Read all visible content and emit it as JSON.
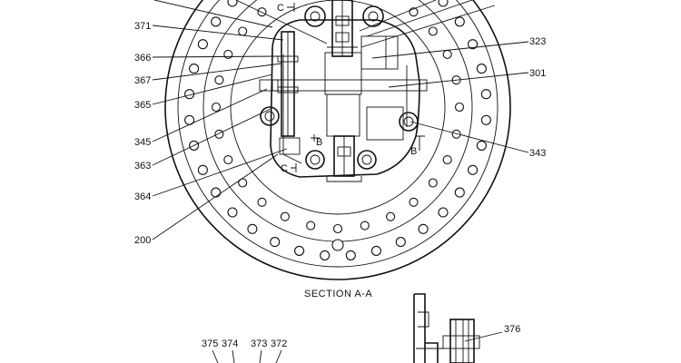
{
  "diagram": {
    "section_title": "SECTION  A-A",
    "cut_marks": {
      "c_top": "C",
      "c_bottom": "C",
      "b_left": "B",
      "b_right": "B"
    },
    "labels": {
      "l371": "371",
      "l366": "366",
      "l367": "367",
      "l365": "365",
      "l345": "345",
      "l363": "363",
      "l364": "364",
      "l200": "200",
      "l323": "323",
      "l301": "301",
      "l343": "343",
      "l375": "375",
      "l374": "374",
      "l373": "373",
      "l372": "372",
      "l376": "376"
    }
  }
}
